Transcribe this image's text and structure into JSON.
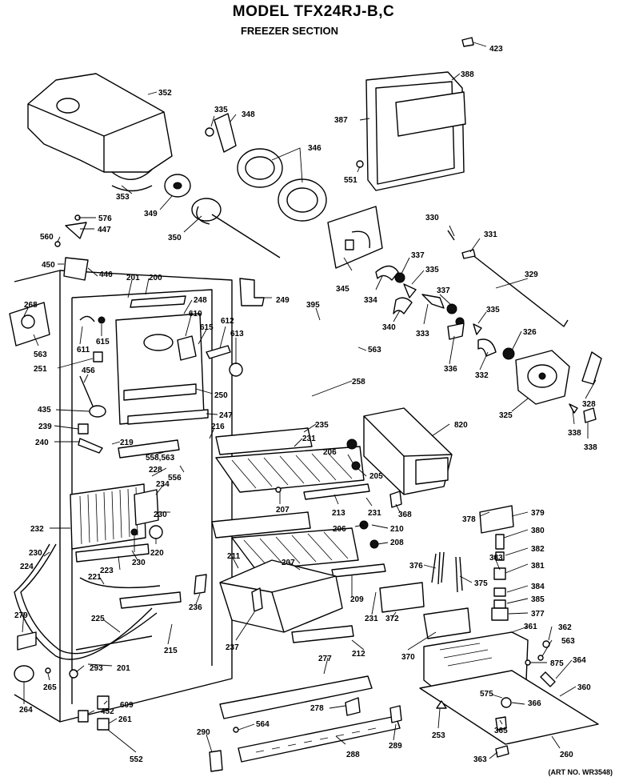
{
  "header": {
    "title": "MODEL TFX24RJ-B,C",
    "subtitle": "FREEZER SECTION"
  },
  "art_number": "(ART NO. WR3548)",
  "callouts": [
    {
      "id": "c423",
      "text": "423"
    },
    {
      "id": "c352",
      "text": "352"
    },
    {
      "id": "c388",
      "text": "388"
    },
    {
      "id": "c387",
      "text": "387"
    },
    {
      "id": "c335a",
      "text": "335"
    },
    {
      "id": "c348",
      "text": "348"
    },
    {
      "id": "c346",
      "text": "346"
    },
    {
      "id": "c551",
      "text": "551"
    },
    {
      "id": "c353",
      "text": "353"
    },
    {
      "id": "c349",
      "text": "349"
    },
    {
      "id": "c576",
      "text": "576"
    },
    {
      "id": "c447",
      "text": "447"
    },
    {
      "id": "c560",
      "text": "560"
    },
    {
      "id": "c350",
      "text": "350"
    },
    {
      "id": "c330",
      "text": "330"
    },
    {
      "id": "c331",
      "text": "331"
    },
    {
      "id": "c450",
      "text": "450"
    },
    {
      "id": "c446",
      "text": "446"
    },
    {
      "id": "c201a",
      "text": "201"
    },
    {
      "id": "c200",
      "text": "200"
    },
    {
      "id": "c337a",
      "text": "337"
    },
    {
      "id": "c335b",
      "text": "335"
    },
    {
      "id": "c329",
      "text": "329"
    },
    {
      "id": "c345",
      "text": "345"
    },
    {
      "id": "c334",
      "text": "334"
    },
    {
      "id": "c249",
      "text": "249"
    },
    {
      "id": "c268",
      "text": "268"
    },
    {
      "id": "c248",
      "text": "248"
    },
    {
      "id": "c610",
      "text": "610"
    },
    {
      "id": "c395",
      "text": "395"
    },
    {
      "id": "c337b",
      "text": "337"
    },
    {
      "id": "c340",
      "text": "340"
    },
    {
      "id": "c333",
      "text": "333"
    },
    {
      "id": "c335c",
      "text": "335"
    },
    {
      "id": "c612",
      "text": "612"
    },
    {
      "id": "c615a",
      "text": "615"
    },
    {
      "id": "c613",
      "text": "613"
    },
    {
      "id": "c611",
      "text": "611"
    },
    {
      "id": "c615b",
      "text": "615"
    },
    {
      "id": "c326",
      "text": "326"
    },
    {
      "id": "c563a",
      "text": "563"
    },
    {
      "id": "c563b",
      "text": "563"
    },
    {
      "id": "c251",
      "text": "251"
    },
    {
      "id": "c336",
      "text": "336"
    },
    {
      "id": "c332",
      "text": "332"
    },
    {
      "id": "c456",
      "text": "456"
    },
    {
      "id": "c258",
      "text": "258"
    },
    {
      "id": "c250",
      "text": "250"
    },
    {
      "id": "c328",
      "text": "328"
    },
    {
      "id": "c435",
      "text": "435"
    },
    {
      "id": "c247",
      "text": "247"
    },
    {
      "id": "c325",
      "text": "325"
    },
    {
      "id": "c239",
      "text": "239"
    },
    {
      "id": "c235",
      "text": "235"
    },
    {
      "id": "c820",
      "text": "820"
    },
    {
      "id": "c216",
      "text": "216"
    },
    {
      "id": "c338a",
      "text": "338"
    },
    {
      "id": "c240",
      "text": "240"
    },
    {
      "id": "c219",
      "text": "219"
    },
    {
      "id": "c231a",
      "text": "231"
    },
    {
      "id": "c338b",
      "text": "338"
    },
    {
      "id": "c558",
      "text": "558,563"
    },
    {
      "id": "c206a",
      "text": "206"
    },
    {
      "id": "c228",
      "text": "228"
    },
    {
      "id": "c556",
      "text": "556"
    },
    {
      "id": "c205",
      "text": "205"
    },
    {
      "id": "c234",
      "text": "234"
    },
    {
      "id": "c207a",
      "text": "207"
    },
    {
      "id": "c213",
      "text": "213"
    },
    {
      "id": "c231b",
      "text": "231"
    },
    {
      "id": "c368",
      "text": "368"
    },
    {
      "id": "c230a",
      "text": "230"
    },
    {
      "id": "c378",
      "text": "378"
    },
    {
      "id": "c379",
      "text": "379"
    },
    {
      "id": "c232",
      "text": "232"
    },
    {
      "id": "c206b",
      "text": "206"
    },
    {
      "id": "c210",
      "text": "210"
    },
    {
      "id": "c380",
      "text": "380"
    },
    {
      "id": "c220",
      "text": "220"
    },
    {
      "id": "c208",
      "text": "208"
    },
    {
      "id": "c382",
      "text": "382"
    },
    {
      "id": "c230b",
      "text": "230"
    },
    {
      "id": "c211",
      "text": "211"
    },
    {
      "id": "c383",
      "text": "383"
    },
    {
      "id": "c224",
      "text": "224"
    },
    {
      "id": "c230c",
      "text": "230"
    },
    {
      "id": "c223",
      "text": "223"
    },
    {
      "id": "c207b",
      "text": "207"
    },
    {
      "id": "c376",
      "text": "376"
    },
    {
      "id": "c375",
      "text": "375"
    },
    {
      "id": "c381",
      "text": "381"
    },
    {
      "id": "c221",
      "text": "221"
    },
    {
      "id": "c384",
      "text": "384"
    },
    {
      "id": "c209",
      "text": "209"
    },
    {
      "id": "c385",
      "text": "385"
    },
    {
      "id": "c236",
      "text": "236"
    },
    {
      "id": "c231c",
      "text": "231"
    },
    {
      "id": "c377",
      "text": "377"
    },
    {
      "id": "c279",
      "text": "279"
    },
    {
      "id": "c225",
      "text": "225"
    },
    {
      "id": "c372",
      "text": "372"
    },
    {
      "id": "c361",
      "text": "361"
    },
    {
      "id": "c362",
      "text": "362"
    },
    {
      "id": "c237",
      "text": "237"
    },
    {
      "id": "c215",
      "text": "215"
    },
    {
      "id": "c212",
      "text": "212"
    },
    {
      "id": "c370",
      "text": "370"
    },
    {
      "id": "c563c",
      "text": "563"
    },
    {
      "id": "c277",
      "text": "277"
    },
    {
      "id": "c875",
      "text": "875"
    },
    {
      "id": "c364",
      "text": "364"
    },
    {
      "id": "c293",
      "text": "293"
    },
    {
      "id": "c201b",
      "text": "201"
    },
    {
      "id": "c265",
      "text": "265"
    },
    {
      "id": "c360",
      "text": "360"
    },
    {
      "id": "c575",
      "text": "575"
    },
    {
      "id": "c609",
      "text": "609"
    },
    {
      "id": "c366",
      "text": "366"
    },
    {
      "id": "c264",
      "text": "264"
    },
    {
      "id": "c452",
      "text": "452"
    },
    {
      "id": "c278",
      "text": "278"
    },
    {
      "id": "c261",
      "text": "261"
    },
    {
      "id": "c564",
      "text": "564"
    },
    {
      "id": "c253",
      "text": "253"
    },
    {
      "id": "c365",
      "text": "365"
    },
    {
      "id": "c290",
      "text": "290"
    },
    {
      "id": "c289",
      "text": "289"
    },
    {
      "id": "c288",
      "text": "288"
    },
    {
      "id": "c363",
      "text": "363"
    },
    {
      "id": "c260",
      "text": "260"
    },
    {
      "id": "c552",
      "text": "552"
    }
  ]
}
